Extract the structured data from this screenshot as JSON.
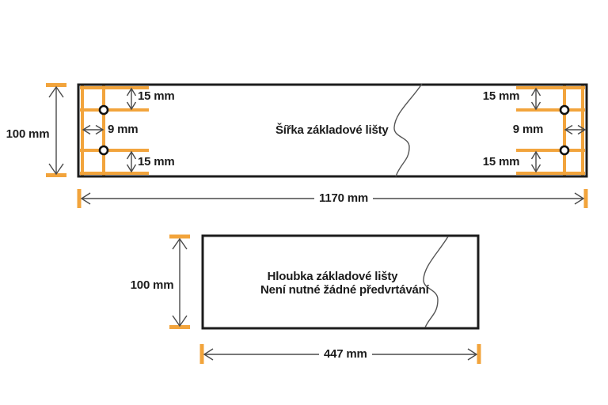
{
  "colors": {
    "accent_orange": "#F2A43C",
    "outline_black": "#1c1c1c",
    "dimension_gray": "#4a4a4a"
  },
  "top_diagram": {
    "title": "Šířka základové lišty",
    "height_label": "100 mm",
    "width_label": "1170 mm",
    "left_end": {
      "top_offset": "15 mm",
      "side_offset": "9 mm",
      "bottom_offset": "15 mm"
    },
    "right_end": {
      "top_offset": "15 mm",
      "side_offset": "9 mm",
      "bottom_offset": "15 mm"
    }
  },
  "bottom_diagram": {
    "title_line1": "Hloubka základové lišty",
    "title_line2": "Není nutné žádné předvrtávání",
    "height_label": "100 mm",
    "width_label": "447 mm"
  }
}
